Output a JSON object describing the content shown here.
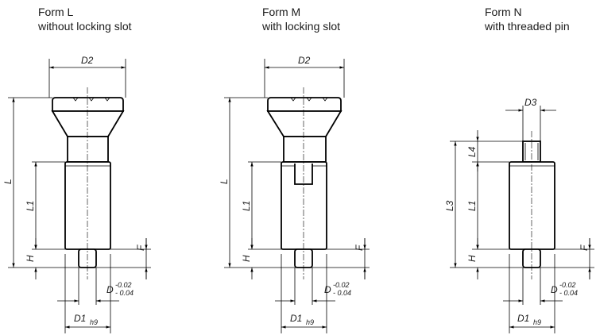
{
  "forms": [
    {
      "title": "Form L",
      "subtitle": "without locking slot"
    },
    {
      "title": "Form M",
      "subtitle": "with locking slot"
    },
    {
      "title": "Form N",
      "subtitle": "with threaded pin"
    }
  ],
  "dims": {
    "D2": "D2",
    "D3": "D3",
    "L": "L",
    "L1": "L1",
    "L3": "L3",
    "L4": "L4",
    "H": "H",
    "F": "F",
    "D": "D",
    "tol_upper": "-0.02",
    "tol_lower": "- 0.04",
    "D1": "D1",
    "D1_tol": "h9"
  }
}
